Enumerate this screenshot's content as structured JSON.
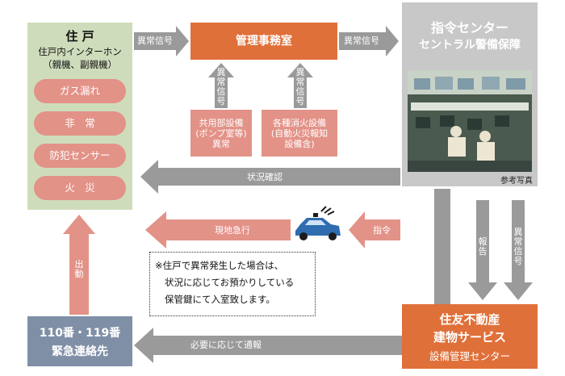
{
  "residence": {
    "title": "住 戸",
    "subtitle_line1": "住戸内インターホン",
    "subtitle_line2": "（親機、副親機）",
    "items": [
      "ガス漏れ",
      "非　常",
      "防犯センサー",
      "火　災"
    ]
  },
  "management_office": {
    "label": "管理事務室"
  },
  "common_equipment": {
    "line1": "共用部設備",
    "line2": "(ポンプ室等)",
    "line3": "異常"
  },
  "fire_equipment": {
    "line1": "各種消火設備",
    "line2": "(自動火災報知",
    "line3": "設備含)"
  },
  "command_center": {
    "title_line1": "指令センター",
    "title_line2": "セントラル警備保障",
    "photo_caption": "参考写真"
  },
  "sumitomo": {
    "line1": "住友不動産",
    "line2": "建物サービス",
    "line3": "設備管理センター"
  },
  "emergency": {
    "line1": "110番・119番",
    "line2": "緊急連絡先"
  },
  "note": {
    "line1": "※住戸で異常発生した場合は、",
    "line2": "状況に応じてお預かりしている",
    "line3": "保管鍵にて入室致します。"
  },
  "arrows": {
    "abnormal_signal_1": "異常信号",
    "abnormal_signal_2": "異常信号",
    "abnormal_signal_v1": "異常信号",
    "abnormal_signal_v2": "異常信号",
    "abnormal_signal_v3": "異常信号",
    "status_check": "状況確認",
    "rush_to_site": "現地急行",
    "command": "指令",
    "dispatch": "出動",
    "report": "報告",
    "notify_as_needed": "必要に応じて通報"
  },
  "colors": {
    "salmon": "#e39288",
    "orange": "#e0703a",
    "green_panel": "#cfdcbb",
    "gray_arrow": "#9a9a9a",
    "slate": "#7f8fa6",
    "car": "#2f6db0"
  }
}
